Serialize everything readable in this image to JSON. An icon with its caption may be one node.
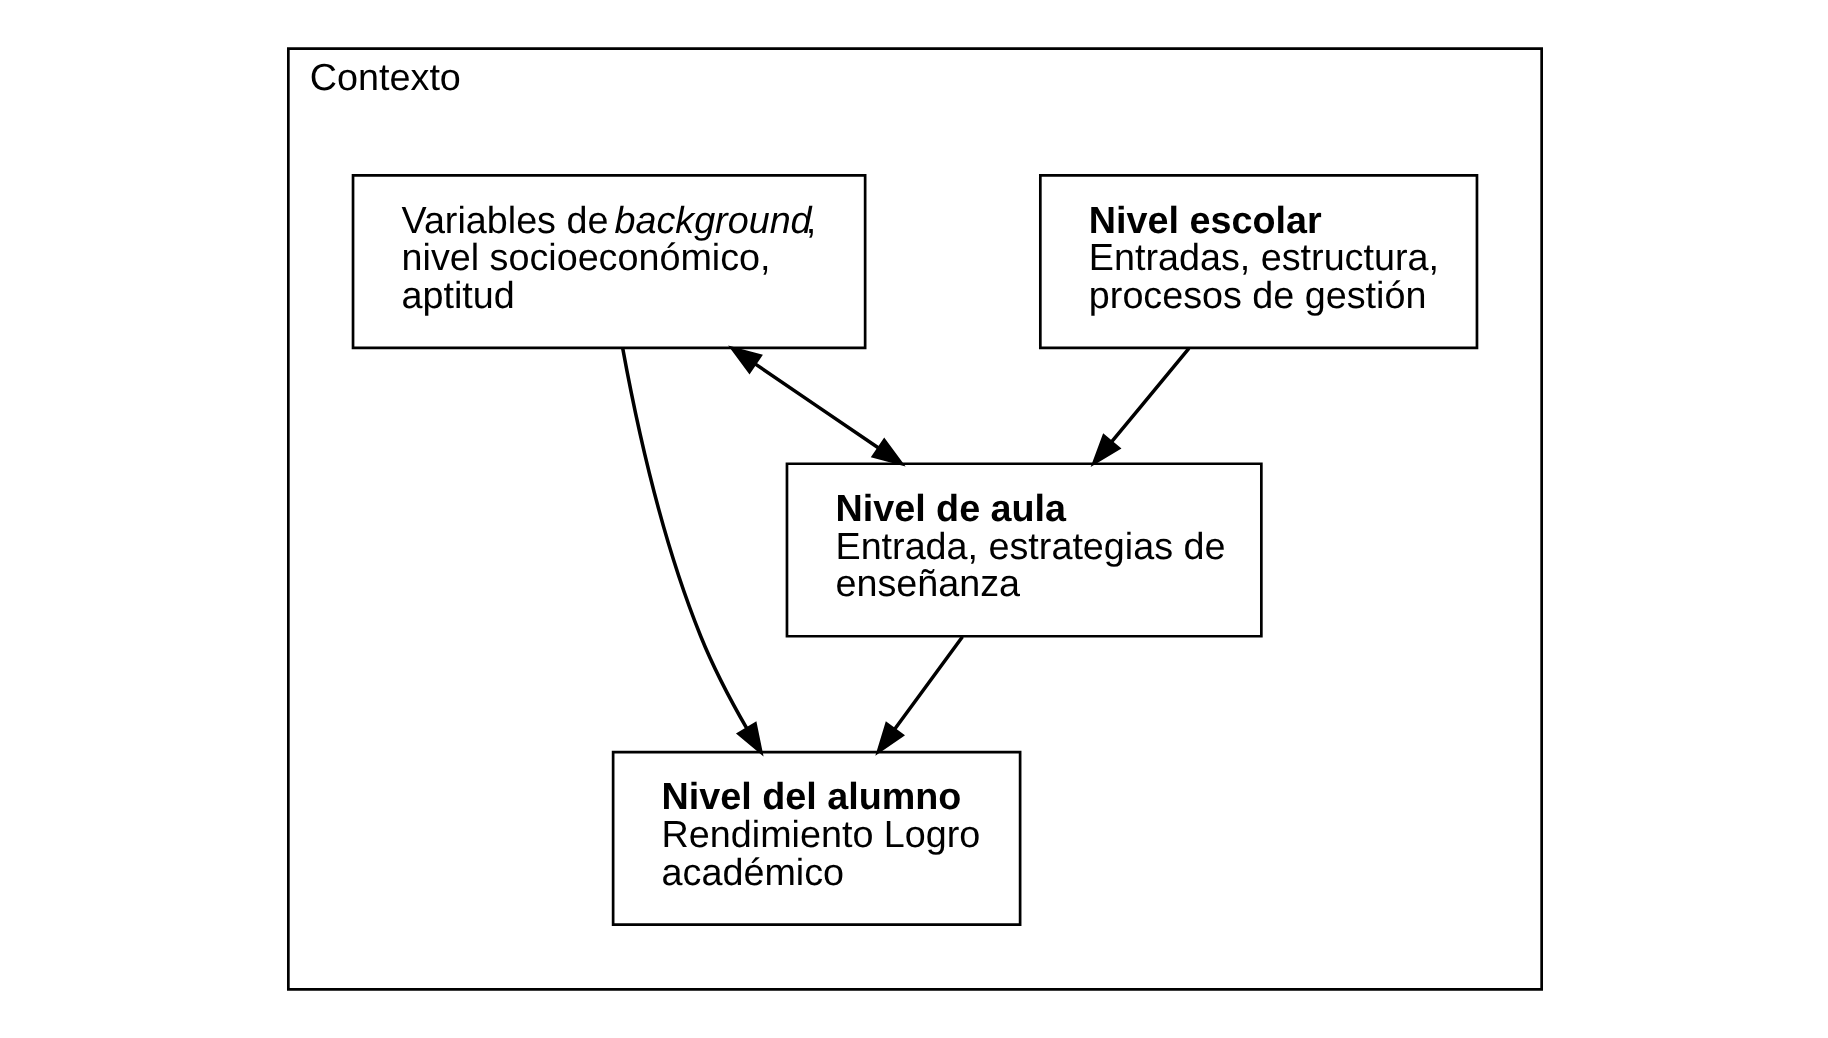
{
  "diagram": {
    "nodes": [
      {
        "text": [
          "Contexto"
        ]
      },
      {
        "text": [
          "Nivel escolar",
          "Entradas, estructura, procesos de gestión"
        ],
        "in": 0
      },
      {
        "text": [
          "Nivel de aula",
          "Entrada, estrategias de enseñanza"
        ],
        "in": 0
      },
      {
        "text": [
          "Variables de *background*, nivel socioeconómico, aptitud"
        ],
        "in": 0
      },
      {
        "text": [
          "Nivel del alumno",
          "Rendimiento Logro académico"
        ],
        "in": 0
      }
    ],
    "edges": [
      {
        "from": 1,
        "to": 2,
        "arrow": "to"
      },
      {
        "from": 3,
        "to": 2,
        "arrow": "both"
      },
      {
        "from": 2,
        "to": 4,
        "arrow": "to"
      },
      {
        "from": 3,
        "to": 4,
        "arrow": "to"
      }
    ]
  }
}
